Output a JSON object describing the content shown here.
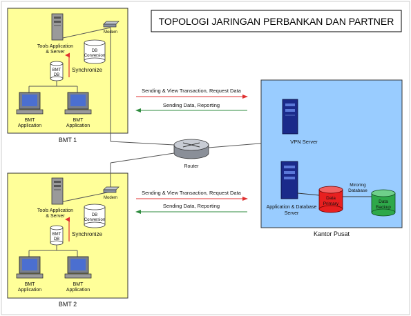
{
  "title": "TOPOLOGI JARINGAN PERBANKAN DAN PARTNER",
  "bmt1": {
    "name": "BMT 1",
    "modem": "Modem",
    "server": [
      "Tools Application",
      "& Server"
    ],
    "db_conversion": [
      "DB",
      "Conversion"
    ],
    "bmt_db": [
      "BMT",
      "DB"
    ],
    "synchronize": "Synchronize",
    "app_left": [
      "BMT",
      "Application"
    ],
    "app_right": [
      "BMT",
      "Application"
    ]
  },
  "bmt2": {
    "name": "BMT 2",
    "modem": "Modem",
    "server": [
      "Tools Application",
      "& Server"
    ],
    "db_conversion": [
      "DB",
      "Conversion"
    ],
    "bmt_db": [
      "BMT",
      "DB"
    ],
    "synchronize": "Synchronize",
    "app_left": [
      "BMT",
      "Application"
    ],
    "app_right": [
      "BMT",
      "Application"
    ]
  },
  "router": "Router",
  "flows": {
    "top_send": "Sending & View Transaction, Request Data",
    "top_return": "Sending Data, Reporting",
    "bottom_send": "Sending & View Transaction, Request Data",
    "bottom_return": "Sending Data, Reporting"
  },
  "kantor": {
    "name": "Kantor Pusat",
    "vpn": "VPN Server",
    "app_db_server": [
      "Application & Database",
      "Server"
    ],
    "data_primary": [
      "Data",
      "Primary"
    ],
    "data_backup": [
      "Data",
      "Backup"
    ],
    "mirroring": [
      "Miroring",
      "Database"
    ]
  },
  "colors": {
    "site_fill": "#ffff99",
    "kantor_fill": "#99ccff",
    "send_arrow": "#e03030",
    "return_arrow": "#2e8b3e",
    "primary_db": "#e82020",
    "backup_db": "#2ea84a",
    "server_blue": "#1a2a8a"
  }
}
